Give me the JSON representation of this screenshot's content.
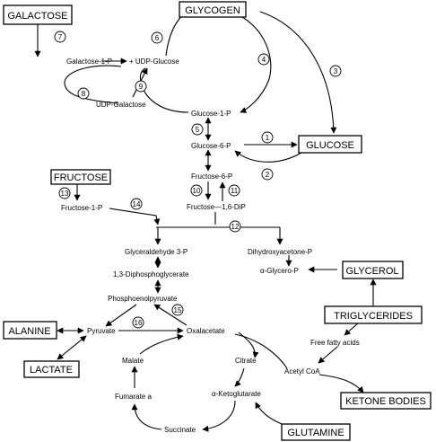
{
  "boxes": {
    "galactose": "GALACTOSE",
    "glycogen": "GLYCOGEN",
    "glucose": "GLUCOSE",
    "fructose": "FRUCTOSE",
    "glycerol": "GLYCEROL",
    "triglycerides": "TRIGLYCERIDES",
    "alanine": "ALANINE",
    "lactate": "LACTATE",
    "ketone_bodies": "KETONE BODIES",
    "glutamine": "GLUTAMINE"
  },
  "metabolites": {
    "galactose_1_p": "Galactose-1-P",
    "udp_glucose": "+ UDP-Glucose",
    "udp_galactose": "UDP-Galactose",
    "glucose_1_p": "Glucose-1-P",
    "glucose_6_p": "Glucose-6-P",
    "fructose_6_p": "Fructose-6-P",
    "fructose_16_dip": "Fructose—1,6-DiP",
    "fructose_1_p": "Fructose-1-P",
    "glyceraldehyde_3_p": "Glyceraldehyde 3-P",
    "dihydroxyacetone_p": "Dihydroxyacetone-P",
    "diphosphoglycerate": "1,3-Diphosphoglycerate",
    "alpha_glycero_p": "α-Glycero-P",
    "phosphoenolpyruvate": "Phosphoenolpyruvate",
    "pyruvate": "Pyruvate",
    "oxalacetate": "Oxalacetate",
    "malate": "Malate",
    "citrate": "Citrate",
    "acetyl_coa": "Acetyl CoA",
    "free_fatty_acids": "Free fatty acids",
    "fumarate": "Fumarate a",
    "ketoglutarate": "α-Ketoglutarate",
    "succinate": "Succinate"
  },
  "steps": [
    "1",
    "2",
    "3",
    "4",
    "5",
    "6",
    "7",
    "8",
    "9",
    "10",
    "11",
    "12",
    "13",
    "14",
    "15",
    "16"
  ]
}
